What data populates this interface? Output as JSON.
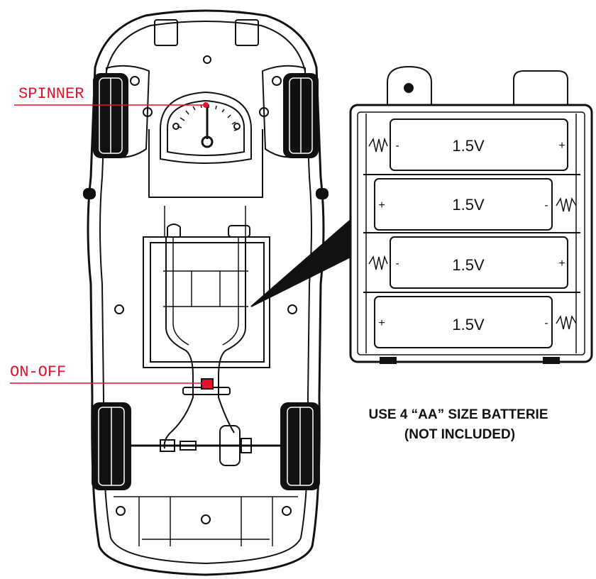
{
  "labels": {
    "spinner": "SPINNER",
    "on_off": "ON-OFF"
  },
  "battery_box": {
    "cells": [
      {
        "voltage": "1.5V",
        "left_sign": "-",
        "right_sign": "+"
      },
      {
        "voltage": "1.5V",
        "left_sign": "+",
        "right_sign": "-"
      },
      {
        "voltage": "1.5V",
        "left_sign": "-",
        "right_sign": "+"
      },
      {
        "voltage": "1.5V",
        "left_sign": "+",
        "right_sign": "-"
      }
    ]
  },
  "note": {
    "line1": "USE 4  “AA”  SIZE BATTERIE",
    "line2": "(NOT INCLUDED)"
  },
  "colors": {
    "callout": "#e8102a",
    "line": "#111111"
  }
}
